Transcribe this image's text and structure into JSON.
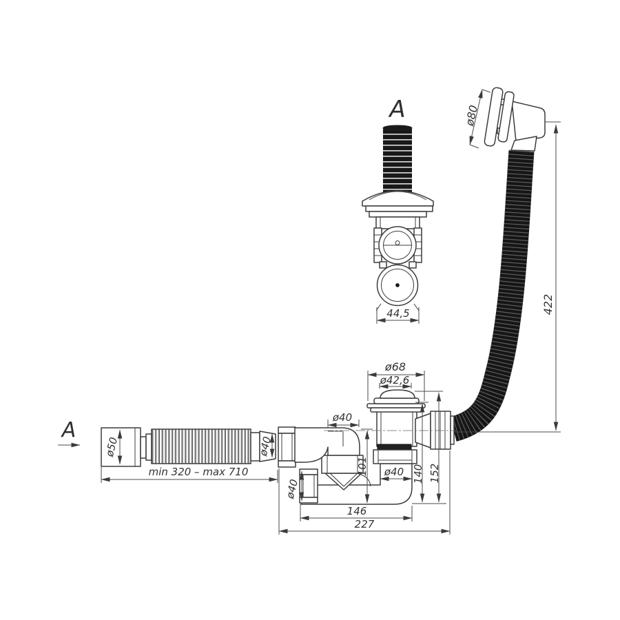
{
  "meta": {
    "background_color": "#ffffff",
    "line_color": "#3b3b3b",
    "hose_color": "#1b1b1b",
    "drawing_type": "bath drain-overflow siphon technical drawing"
  },
  "labels": {
    "view_top": "A",
    "section_left": "A"
  },
  "dimensions": {
    "overflow_cap_dia": "ø80",
    "overflow_hose_height": "422",
    "overflow_valve_width": "44,5",
    "drain_flange_dia": "ø68",
    "drain_plug_dia": "ø42,6",
    "riser_pipe_dia": "ø40",
    "riser_height": "101",
    "tailpipe_dia": "ø40",
    "height_to_flange": "140",
    "height_total": "152",
    "trap_length": "146",
    "assembly_length": "227",
    "flex_cup_dia": "ø50",
    "flex_length_range": "min 320 – max 710",
    "flex_outlet_dia": "ø40",
    "cleanout_dia": "ø40"
  }
}
